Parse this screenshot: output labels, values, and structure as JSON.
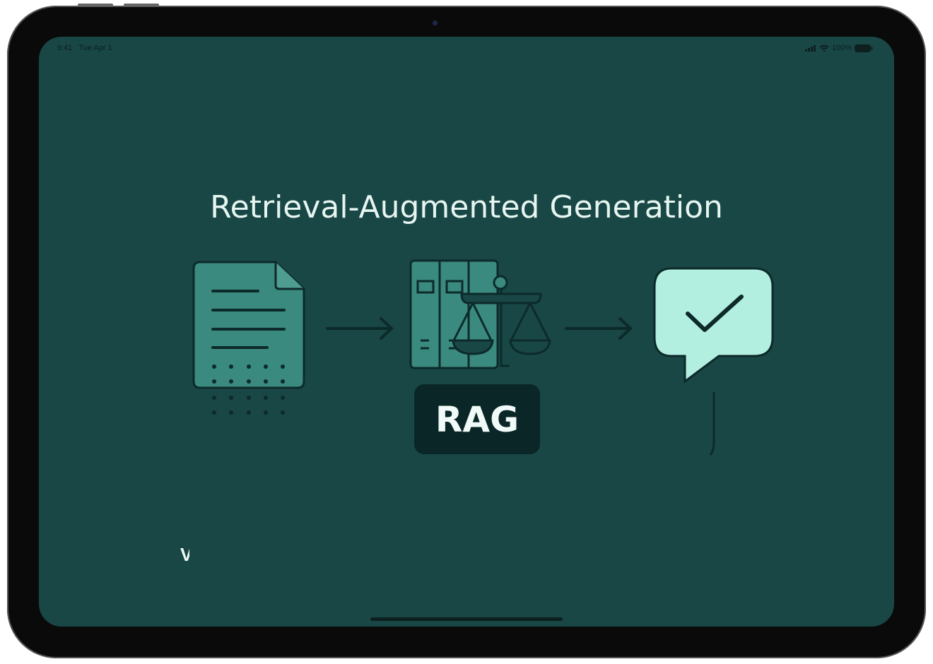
{
  "status_bar": {
    "time": "9:41",
    "date": "Tue Apr 1",
    "battery": "100%"
  },
  "slide": {
    "title": "Retrieval-Augmented Generation",
    "badge": "RAG",
    "fragment_text": "V",
    "icons": [
      "document-icon",
      "arrow-right-icon",
      "library-scales-icon",
      "arrow-right-icon",
      "chat-check-icon"
    ]
  },
  "colors": {
    "screen": "#184746",
    "icon_fill": "#3a8a7f",
    "accent": "#b3efe0",
    "stroke": "#0d2a2a"
  }
}
